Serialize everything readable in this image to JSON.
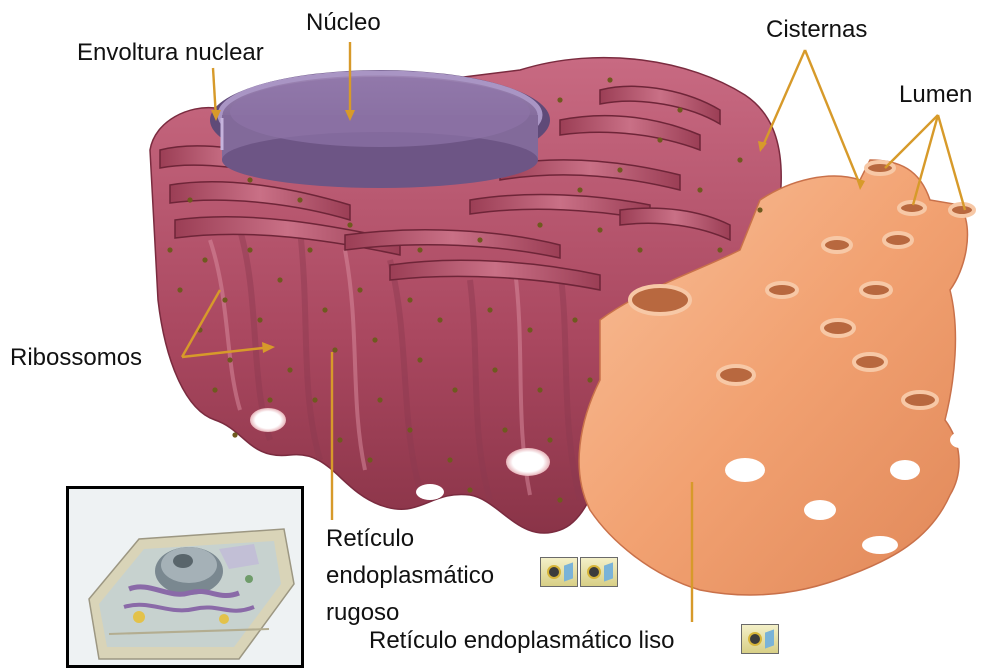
{
  "labels": {
    "nucleo": "Núcleo",
    "envoltura": "Envoltura nuclear",
    "cisternas": "Cisternas",
    "lumen": "Lumen",
    "ribossomos": "Ribossomos",
    "rer_line1": "Retículo",
    "rer_line2": "endoplasmático",
    "rer_line3": "rugoso",
    "rel": "Retículo endoplasmático liso"
  },
  "colors": {
    "rough_er": "#b5526c",
    "smooth_er": "#f4a77a",
    "nucleus": "#7d6394",
    "ribosome": "#6e5a1e",
    "pointer": "#d79a2a"
  },
  "icons": [
    "video-camera-icon",
    "video-camera-icon",
    "video-camera-icon"
  ]
}
